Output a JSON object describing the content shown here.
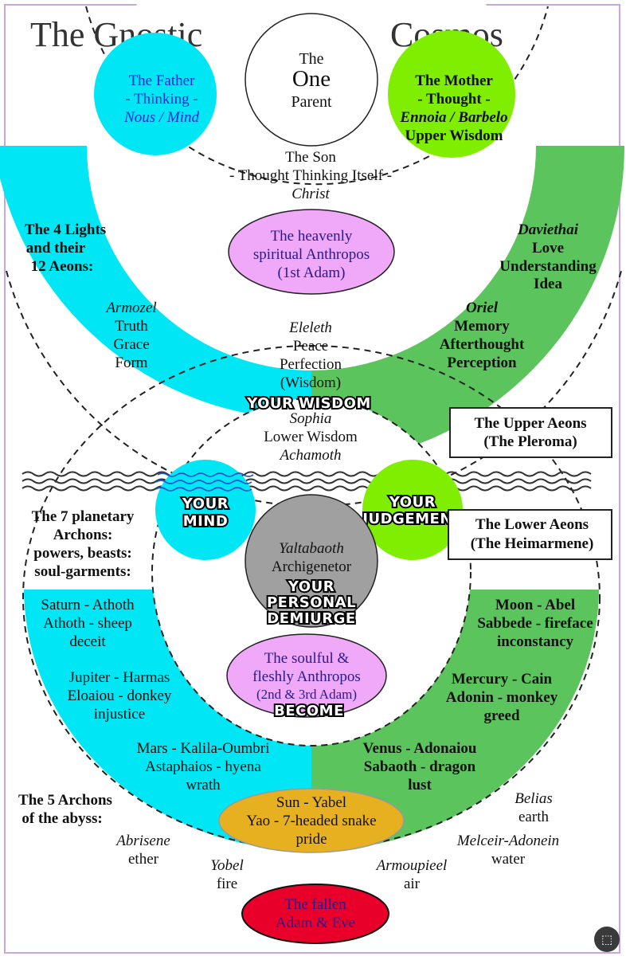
{
  "title": {
    "left": "The Gnostic",
    "right": "Cosmos"
  },
  "one": {
    "l1": "The",
    "l2": "One",
    "l3": "Parent"
  },
  "father": {
    "l1": "The Father",
    "l2": "- Thinking -",
    "l3": "Nous / Mind"
  },
  "mother": {
    "l1": "The Mother",
    "l2": "- Thought -",
    "l3": "Ennoia / Barbelo",
    "l4": "Upper Wisdom"
  },
  "son": {
    "l1": "The Son",
    "l2": "- Thought Thinking Itself -",
    "l3": "Christ"
  },
  "lights": {
    "l1": "The 4 Lights",
    "l2": "and their",
    "l3": "12 Aeons:"
  },
  "anthropos1": {
    "l1": "The heavenly",
    "l2": "spiritual Anthropos",
    "l3": "(1st Adam)"
  },
  "daviethai": {
    "l1": "Daviethai",
    "l2": "Love",
    "l3": "Understanding",
    "l4": "Idea"
  },
  "armozel": {
    "l1": "Armozel",
    "l2": "Truth",
    "l3": "Grace",
    "l4": "Form"
  },
  "eleleth": {
    "l1": "Eleleth",
    "l2": "Peace",
    "l3": "Perfection",
    "l4": "(Wisdom)"
  },
  "oriel": {
    "l1": "Oriel",
    "l2": "Memory",
    "l3": "Afterthought",
    "l4": "Perception"
  },
  "your_wisdom": "YOUR WISDOM",
  "sophia": {
    "l1": "Sophia",
    "l2": "Lower Wisdom",
    "l3": "Achamoth"
  },
  "upper_aeons": {
    "l1": "The Upper Aeons",
    "l2": "(The Pleroma)"
  },
  "lower_aeons": {
    "l1": "The Lower Aeons",
    "l2": "(The Heimarmene)"
  },
  "your_mind": {
    "l1": "YOUR",
    "l2": "MIND"
  },
  "your_judgement": {
    "l1": "YOUR",
    "l2": "JUDGEMENT"
  },
  "planetary": {
    "l1": "The 7 planetary",
    "l2": "Archons:",
    "l3": "powers, beasts:",
    "l4": "soul-garments:"
  },
  "yaltabaoth": {
    "l1": "Yaltabaoth",
    "l2": "Archigenetor"
  },
  "your_demiurge": {
    "l1": "YOUR",
    "l2": "PERSONAL",
    "l3": "DEMIURGE"
  },
  "saturn": {
    "l1": "Saturn - Athoth",
    "l2": "Athoth - sheep",
    "l3": "deceit"
  },
  "moon": {
    "l1": "Moon - Abel",
    "l2": "Sabbede - fireface",
    "l3": "inconstancy"
  },
  "jupiter": {
    "l1": "Jupiter - Harmas",
    "l2": "Eloaiou - donkey",
    "l3": "injustice"
  },
  "anthropos23": {
    "l1": "The soulful &",
    "l2": "fleshly Anthropos",
    "l3": "(2nd & 3rd Adam)"
  },
  "become": "BECOME",
  "mercury": {
    "l1": "Mercury - Cain",
    "l2": "Adonin - monkey",
    "l3": "greed"
  },
  "mars": {
    "l1": "Mars - Kalila-Oumbri",
    "l2": "Astaphaios - hyena",
    "l3": "wrath"
  },
  "venus": {
    "l1": "Venus - Adonaiou",
    "l2": "Sabaoth - dragon",
    "l3": "lust"
  },
  "abyss": {
    "l1": "The 5 Archons",
    "l2": "of the abyss:"
  },
  "sun": {
    "l1": "Sun - Yabel",
    "l2": "Yao - 7-headed snake",
    "l3": "pride"
  },
  "belias": {
    "l1": "Belias",
    "l2": "earth"
  },
  "abrisene": {
    "l1": "Abrisene",
    "l2": "ether"
  },
  "melceir": {
    "l1": "Melceir-Adonein",
    "l2": "water"
  },
  "yobel": {
    "l1": "Yobel",
    "l2": "fire"
  },
  "armoupieel": {
    "l1": "Armoupieel",
    "l2": "air"
  },
  "fallen": {
    "l1": "The fallen",
    "l2": "Adam & Eve"
  },
  "colors": {
    "cyan": "#00e6f5",
    "green": "#5cc45c",
    "lime": "#7fee00",
    "violet": "#f0a8f8",
    "grey": "#a0a0a0",
    "gold": "#e6b020",
    "red": "#e8002a",
    "frame": "#c9a4e6"
  }
}
